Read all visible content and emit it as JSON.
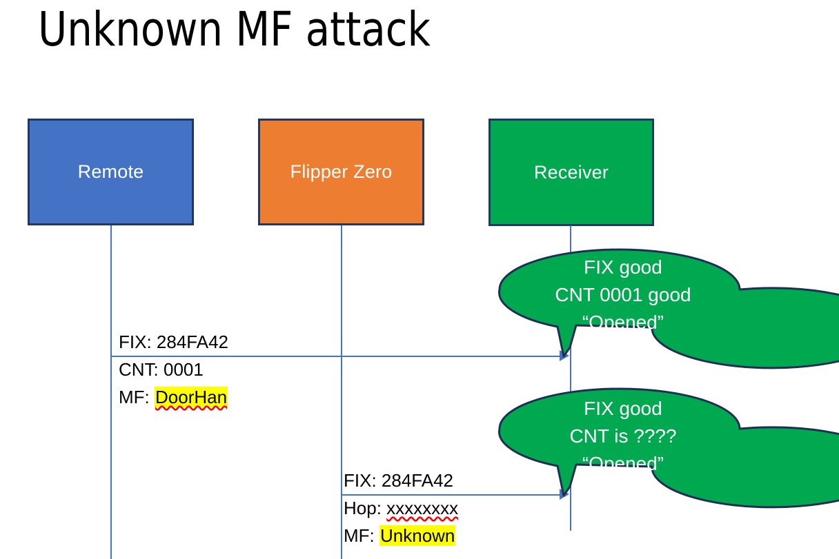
{
  "slide": {
    "title": "Unknown MF attack",
    "background": "#FFFFFF"
  },
  "colors": {
    "remote_fill": "#4472C4",
    "flipper_fill": "#ED7D31",
    "receiver_fill": "#00A94F",
    "box_border": "#1F3864",
    "line": "#4472C4",
    "highlight": "#FFFF00",
    "bubble_fill": "#00A94F",
    "bubble_border": "#1F2E55",
    "text": "#000000",
    "inverse_text": "#FFFFFF"
  },
  "actors": [
    {
      "id": "remote",
      "label": "Remote"
    },
    {
      "id": "flipper",
      "label": "Flipper Zero"
    },
    {
      "id": "receiver",
      "label": "Receiver"
    }
  ],
  "messages": [
    {
      "id": "msg-remote-to-receiver",
      "from": "remote",
      "to": "receiver",
      "lines": [
        {
          "label": "FIX: 284FA42",
          "highlighted": "",
          "spellcheck_error": false
        },
        {
          "label": "CNT: 0001",
          "highlighted": "",
          "spellcheck_error": false
        },
        {
          "label": "MF: ",
          "highlighted": "DoorHan",
          "spellcheck_error": true
        }
      ]
    },
    {
      "id": "msg-flipper-to-receiver",
      "from": "flipper",
      "to": "receiver",
      "lines": [
        {
          "label": "FIX: 284FA42",
          "highlighted": "",
          "spellcheck_error": false
        },
        {
          "label": "Hop: ",
          "plain_underlined": "xxxxxxxx",
          "highlighted": "",
          "spellcheck_error": true
        },
        {
          "label": "MF: ",
          "highlighted": "Unknown",
          "spellcheck_error": false
        }
      ]
    }
  ],
  "bubbles": [
    {
      "id": "bubble-receiver-1",
      "attached_to": "receiver",
      "lines": [
        "FIX good",
        "CNT 0001 good",
        "“Opened”"
      ]
    },
    {
      "id": "bubble-receiver-2",
      "attached_to": "receiver",
      "lines": [
        "FIX good",
        "CNT is ????",
        "“Opened”"
      ]
    }
  ]
}
